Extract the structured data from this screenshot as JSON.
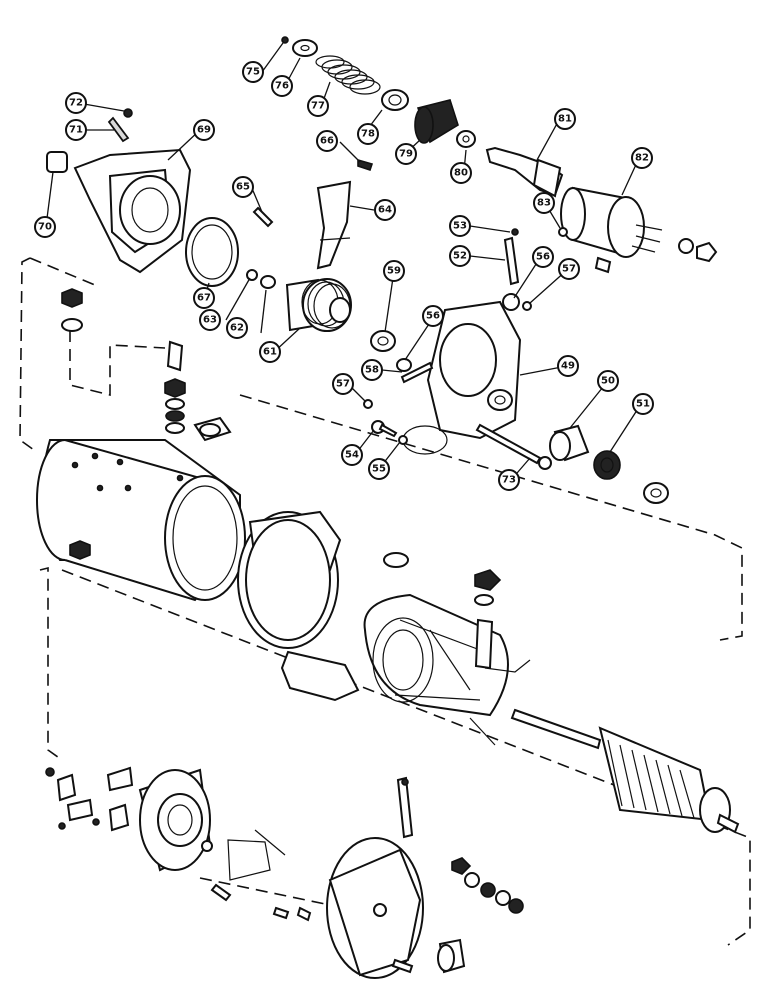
{
  "diagram": {
    "callouts": [
      {
        "id": "75",
        "label": "75"
      },
      {
        "id": "76",
        "label": "76"
      },
      {
        "id": "77",
        "label": "77"
      },
      {
        "id": "78",
        "label": "78"
      },
      {
        "id": "79",
        "label": "79"
      },
      {
        "id": "80",
        "label": "80"
      },
      {
        "id": "81",
        "label": "81"
      },
      {
        "id": "82",
        "label": "82"
      },
      {
        "id": "83",
        "label": "83"
      },
      {
        "id": "72",
        "label": "72"
      },
      {
        "id": "71",
        "label": "71"
      },
      {
        "id": "69",
        "label": "69"
      },
      {
        "id": "70",
        "label": "70"
      },
      {
        "id": "66",
        "label": "66"
      },
      {
        "id": "65",
        "label": "65"
      },
      {
        "id": "64",
        "label": "64"
      },
      {
        "id": "53",
        "label": "53"
      },
      {
        "id": "52",
        "label": "52"
      },
      {
        "id": "56a",
        "label": "56"
      },
      {
        "id": "57a",
        "label": "57"
      },
      {
        "id": "67",
        "label": "67"
      },
      {
        "id": "63",
        "label": "63"
      },
      {
        "id": "62",
        "label": "62"
      },
      {
        "id": "61",
        "label": "61"
      },
      {
        "id": "59",
        "label": "59"
      },
      {
        "id": "56b",
        "label": "56"
      },
      {
        "id": "58",
        "label": "58"
      },
      {
        "id": "49",
        "label": "49"
      },
      {
        "id": "57b",
        "label": "57"
      },
      {
        "id": "50",
        "label": "50"
      },
      {
        "id": "51",
        "label": "51"
      },
      {
        "id": "54",
        "label": "54"
      },
      {
        "id": "55",
        "label": "55"
      },
      {
        "id": "73",
        "label": "73"
      }
    ]
  }
}
